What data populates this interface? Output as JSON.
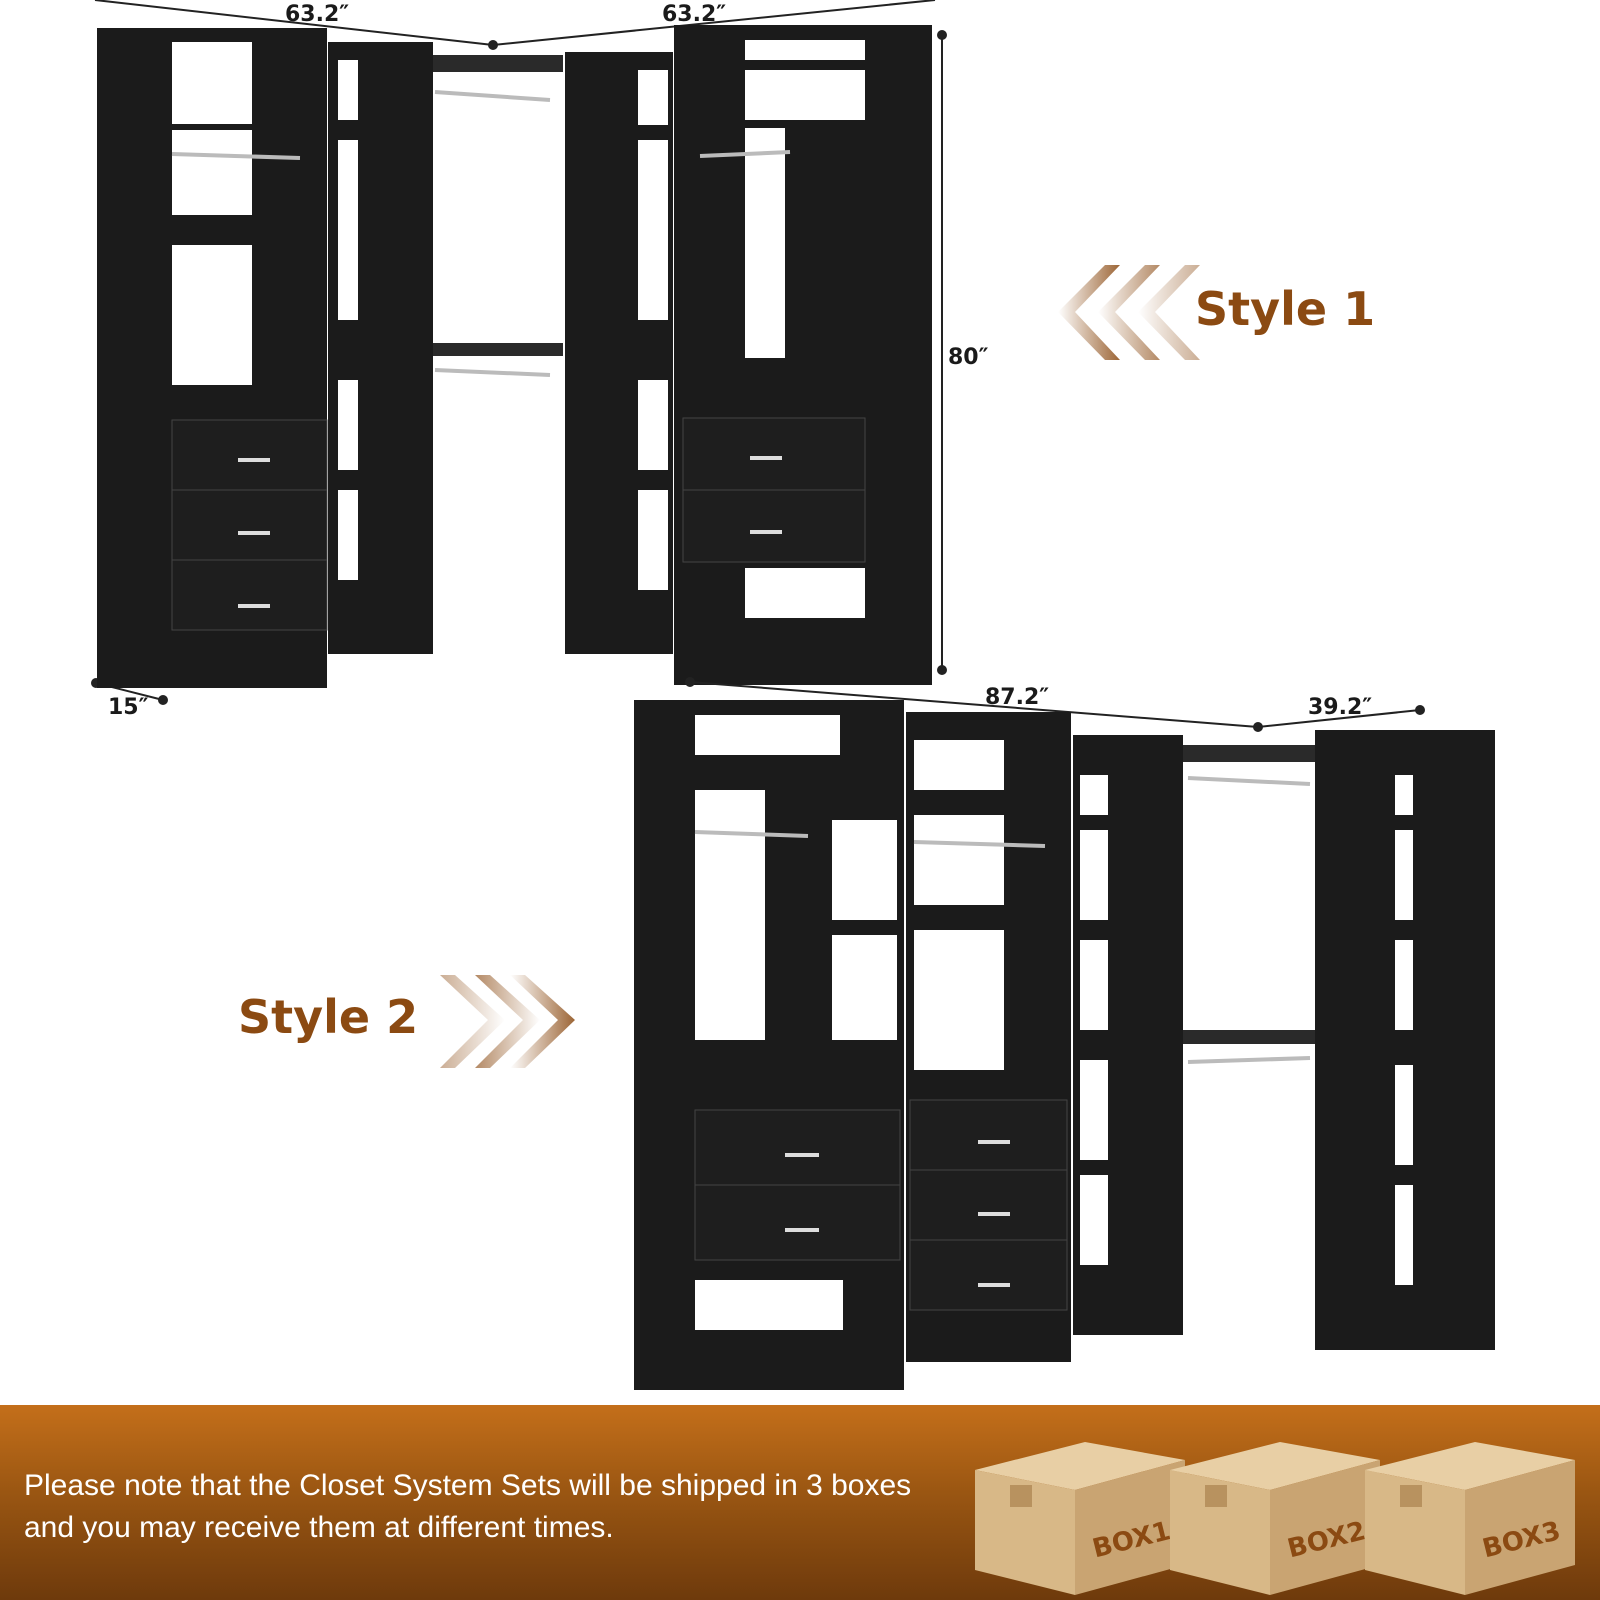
{
  "dimensions": {
    "style1_width_left": "63.2″",
    "style1_width_right": "63.2″",
    "style1_height": "80″",
    "style1_depth": "15″",
    "style2_width_main": "87.2″",
    "style2_width_side": "39.2″"
  },
  "styles": {
    "style1_label": "Style 1",
    "style2_label": "Style 2"
  },
  "banner": {
    "note": "Please note that the Closet System Sets will be shipped in 3 boxes and you may receive them at different times.",
    "boxes": [
      "BOX1",
      "BOX2",
      "BOX3"
    ]
  },
  "colors": {
    "accent": "#8b4a12",
    "cabinet": "#1b1b1b",
    "banner": "#b0631a",
    "box": "#d9b98a"
  },
  "icons": [
    "arrow-left-chevrons-icon",
    "arrow-right-chevrons-icon",
    "shipping-box-icon"
  ]
}
